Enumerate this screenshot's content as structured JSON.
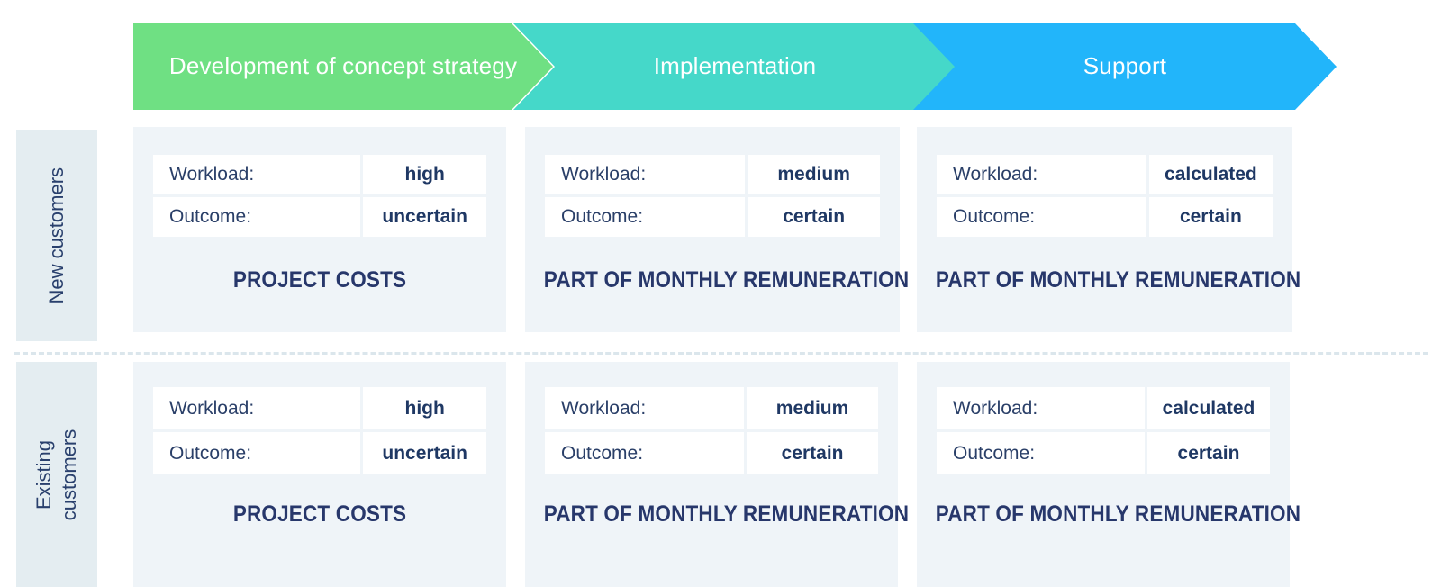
{
  "stages": [
    {
      "label": "Development of concept strategy",
      "color": "#6fe083",
      "shape": "arrow-start"
    },
    {
      "label": "Implementation",
      "color": "#45d8c9",
      "shape": "arrow-middle"
    },
    {
      "label": "Support",
      "color": "#22b5fa",
      "shape": "arrow-middle"
    }
  ],
  "row_labels": [
    {
      "text": "New customers"
    },
    {
      "text": "Existing\ncustomers"
    }
  ],
  "labels": {
    "workload": "Workload:",
    "outcome": "Outcome:"
  },
  "matrix": [
    {
      "row": "New customers",
      "cells": [
        {
          "workload": "high",
          "outcome": "uncertain",
          "caption": "PROJECT COSTS"
        },
        {
          "workload": "medium",
          "outcome": "certain",
          "caption": "PART OF MONTHLY REMUNERATION"
        },
        {
          "workload": "calculated",
          "outcome": "certain",
          "caption": "PART OF MONTHLY REMUNERATION"
        }
      ]
    },
    {
      "row": "Existing customers",
      "cells": [
        {
          "workload": "high",
          "outcome": "uncertain",
          "caption": "PROJECT COSTS"
        },
        {
          "workload": "medium",
          "outcome": "certain",
          "caption": "PART OF MONTHLY REMUNERATION"
        },
        {
          "workload": "calculated",
          "outcome": "certain",
          "caption": "PART OF MONTHLY REMUNERATION"
        }
      ]
    }
  ],
  "colors": {
    "stage_green": "#6fe083",
    "stage_teal": "#45d8c9",
    "stage_blue": "#22b5fa",
    "cell_background": "#eff4f8",
    "row_label_background": "#e4edf1",
    "text_navy": "#1f3864",
    "divider": "#dbe6ec",
    "box_white": "#ffffff"
  }
}
